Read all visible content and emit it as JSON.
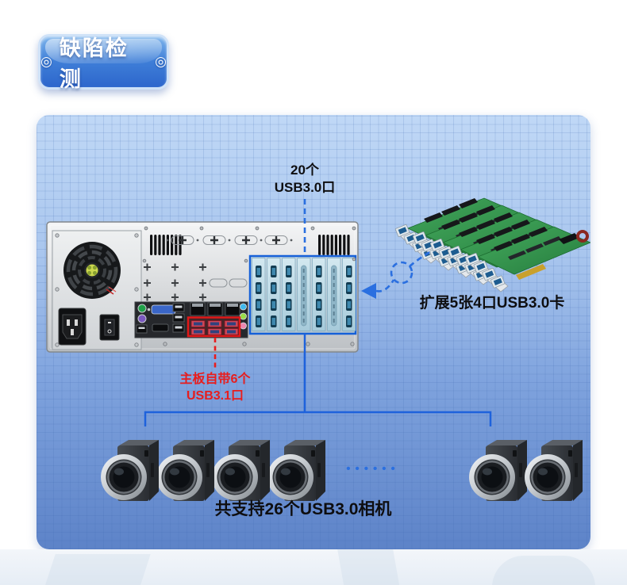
{
  "badge": {
    "title": "缺陷检测",
    "decor": "◎"
  },
  "annotations": {
    "top_usb_line1": "20个",
    "top_usb_line2": "USB3.0口",
    "expansion_card_caption": "扩展5张4口USB3.0卡",
    "onboard_usb_line1": "主板自带6个",
    "onboard_usb_line2": "USB3.1口",
    "total_cameras_caption": "共支持26个USB3.0相机",
    "ellipsis_dots": "••••••"
  },
  "colors": {
    "accent_blue": "#2a6fe0",
    "alert_red": "#e81d1d",
    "badge_blue": "#3f7fd8",
    "panel_blue_top": "#c0d8f6",
    "panel_blue_bottom": "#5d83c8",
    "pcb_green": "#2e9248",
    "usb_port_blue": "#1d5c90"
  },
  "figures": {
    "chassis": {
      "type": "industrial-pc-rear-panel",
      "expansion_slots": 7,
      "highlighted_expansion_usb_ports": 20,
      "highlighted_onboard_usb_ports": 6
    },
    "usb_expansion_cards": {
      "count": 5,
      "ports_per_card": 4
    },
    "cameras": {
      "left_group": 4,
      "right_group": 2
    }
  }
}
